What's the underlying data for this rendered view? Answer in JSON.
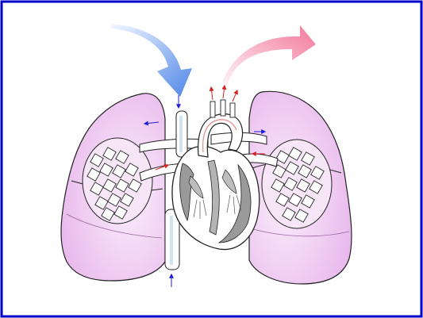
{
  "diagram": {
    "frame_color": "#0000cc",
    "colors": {
      "lung_fill": "#e8b8ec",
      "lung_light": "#fbeefc",
      "lung_stroke": "#222222",
      "heart_fill": "#ffffff",
      "heart_shadow": "#9a9a9a",
      "vessel_fill": "#ffffff",
      "vessel_tint": "#cfe3f2",
      "deoxygenated_arrow": "#1f1fd6",
      "oxygenated_arrow": "#d42020",
      "inflow_arrow_light": "#f4f8ff",
      "inflow_arrow_dark": "#4f86e8",
      "outflow_arrow_light": "#fff4f7",
      "outflow_arrow_dark": "#f2789a"
    },
    "parts": [
      "left-lung",
      "right-lung",
      "heart",
      "superior-vena-cava",
      "inferior-vena-cava",
      "aortic-arch",
      "pulmonary-artery",
      "pulmonary-veins"
    ],
    "flows": [
      {
        "name": "blood-in",
        "color_key": "deoxygenated_arrow"
      },
      {
        "name": "blood-out",
        "color_key": "oxygenated_arrow"
      }
    ]
  }
}
